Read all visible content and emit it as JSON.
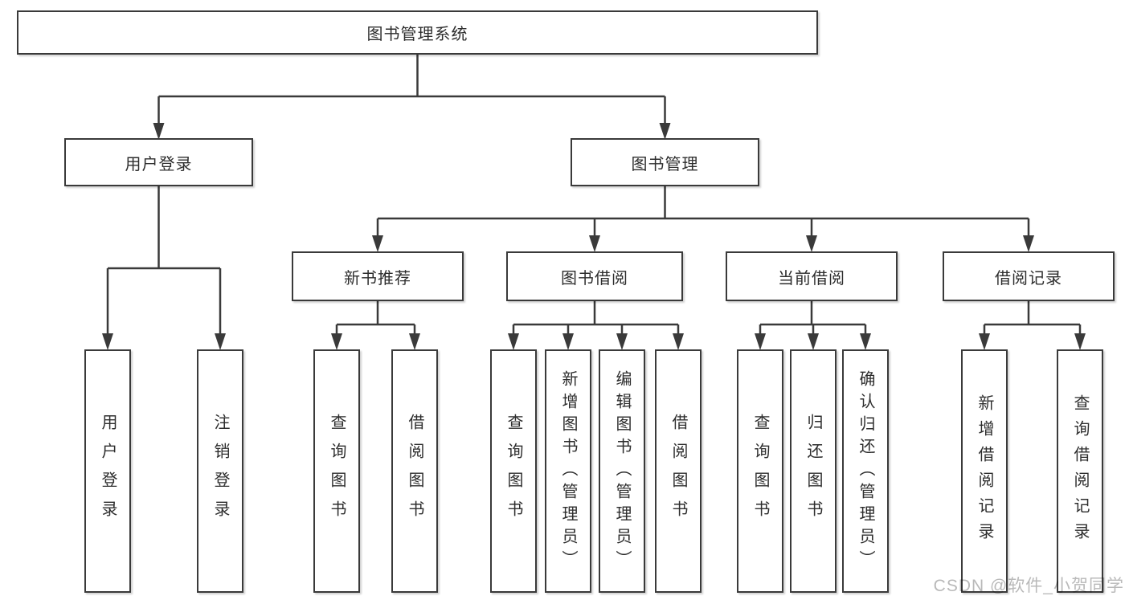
{
  "colors": {
    "line": "#3a3a3a",
    "text": "#2d2d2d",
    "box_background": "#ffffff",
    "watermark": "#b9b9b9"
  },
  "watermark": {
    "text": "CSDN @软件_小贺同学"
  },
  "tree": {
    "label": "图书管理系统",
    "children": [
      {
        "label": "用户登录",
        "children": [
          {
            "label": "用户登录"
          },
          {
            "label": "注销登录"
          }
        ]
      },
      {
        "label": "图书管理",
        "children": [
          {
            "label": "新书推荐",
            "children": [
              {
                "label": "查询图书"
              },
              {
                "label": "借阅图书"
              }
            ]
          },
          {
            "label": "图书借阅",
            "children": [
              {
                "label": "查询图书"
              },
              {
                "label": "新增图书（管理员）"
              },
              {
                "label": "编辑图书（管理员）"
              },
              {
                "label": "借阅图书"
              }
            ]
          },
          {
            "label": "当前借阅",
            "children": [
              {
                "label": "查询图书"
              },
              {
                "label": "归还图书"
              },
              {
                "label": "确认归还（管理员）"
              }
            ]
          },
          {
            "label": "借阅记录",
            "children": [
              {
                "label": "新增借阅记录"
              },
              {
                "label": "查询借阅记录"
              }
            ]
          }
        ]
      }
    ]
  }
}
